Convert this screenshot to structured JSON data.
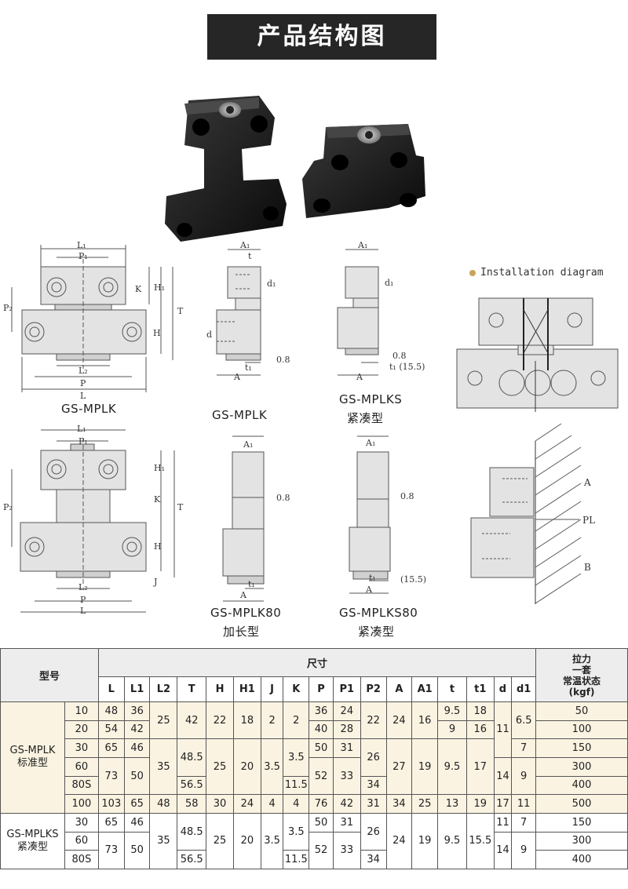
{
  "banner": {
    "title": "产品结构图"
  },
  "captions": {
    "c1": "GS-MPLK",
    "c2": "GS-MPLK",
    "c3a": "GS-MPLKS",
    "c3b": "紧凑型",
    "c4a": "GS-MPLK80",
    "c4b": "加长型",
    "c5a": "GS-MPLKS80",
    "c5b": "紧凑型"
  },
  "install": {
    "title": "Installation diagram",
    "label_a": "A",
    "label_pl": "PL",
    "label_b": "B"
  },
  "dims": {
    "L1": "L₁",
    "P1": "P₁",
    "K": "K",
    "H1": "H₁",
    "P2": "P₂",
    "T": "T",
    "H": "H",
    "L2": "L₂",
    "P": "P",
    "L": "L",
    "J": "J",
    "A1": "A₁",
    "t": "t",
    "d": "d",
    "d1": "d₁",
    "A": "A",
    "t1": "t₁",
    "v08": "0.8",
    "t1_155": "t₁ (15.5)",
    "v155": "(15.5)"
  },
  "table": {
    "model_header": "型号",
    "size_header": "尺寸",
    "force_header": [
      "拉力",
      "一套",
      "常温状态",
      "(kgf)"
    ],
    "columns": [
      "L",
      "L1",
      "L2",
      "T",
      "H",
      "H1",
      "J",
      "K",
      "P",
      "P1",
      "P2",
      "A",
      "A1",
      "t",
      "t1",
      "d",
      "d1"
    ],
    "group1": {
      "name": "GS-MPLK",
      "sub": "标准型"
    },
    "group2": {
      "name": "GS-MPLKS",
      "sub": "紧凑型"
    },
    "rows": [
      {
        "size": "10",
        "L": "48",
        "L1": "36",
        "P": "36",
        "P1": "24",
        "t": "9.5",
        "t1": "18",
        "force": "50"
      },
      {
        "size": "20",
        "L": "54",
        "L1": "42",
        "P": "40",
        "P1": "28",
        "t": "9",
        "t1": "16",
        "force": "100"
      },
      {
        "size": "30",
        "L": "65",
        "L1": "46",
        "P": "50",
        "P1": "31",
        "d1": "7",
        "force": "150"
      },
      {
        "size": "60",
        "force": "300"
      },
      {
        "size": "80S",
        "T": "56.5",
        "K": "11.5",
        "P2": "34",
        "force": "400"
      },
      {
        "size": "100",
        "L": "103",
        "L1": "65",
        "L2": "48",
        "T": "58",
        "H": "30",
        "H1": "24",
        "J": "4",
        "K": "4",
        "P": "76",
        "P1": "42",
        "P2": "31",
        "A": "34",
        "A1": "25",
        "t": "13",
        "t1": "19",
        "d": "17",
        "d1": "11",
        "force": "500"
      },
      {
        "size": "30",
        "L": "65",
        "L1": "46",
        "P": "50",
        "P1": "31",
        "d": "11",
        "d1": "7",
        "force": "150"
      },
      {
        "size": "60",
        "force": "300"
      },
      {
        "size": "80S",
        "T": "56.5",
        "K": "11.5",
        "P2": "34",
        "force": "400"
      }
    ],
    "merged": {
      "L2_a": "25",
      "T_a": "42",
      "H_a": "22",
      "H1_a": "18",
      "J_a": "2",
      "K_a": "2",
      "P2_a": "22",
      "A_a": "24",
      "A1_a": "16",
      "d1_a": "6.5",
      "d_a": "11",
      "L_b": "73",
      "L1_b": "50",
      "L2_b": "35",
      "T_b": "48.5",
      "H_b": "25",
      "H1_b": "20",
      "J_b": "3.5",
      "K_b": "3.5",
      "P_b": "52",
      "P1_b": "33",
      "P2_b": "26",
      "A_b": "27",
      "A1_b": "19",
      "t_b": "9.5",
      "t1_b": "17",
      "d_b": "14",
      "d1_b": "9",
      "L_c": "73",
      "L1_c": "50",
      "L2_c": "35",
      "T_c": "48.5",
      "H_c": "25",
      "H1_c": "20",
      "J_c": "3.5",
      "K_c": "3.5",
      "P_c": "52",
      "P1_c": "33",
      "P2_c": "26",
      "A_c": "24",
      "A1_c": "19",
      "t_c": "9.5",
      "t1_c": "15.5",
      "d_c": "14",
      "d1_c": "9"
    }
  }
}
